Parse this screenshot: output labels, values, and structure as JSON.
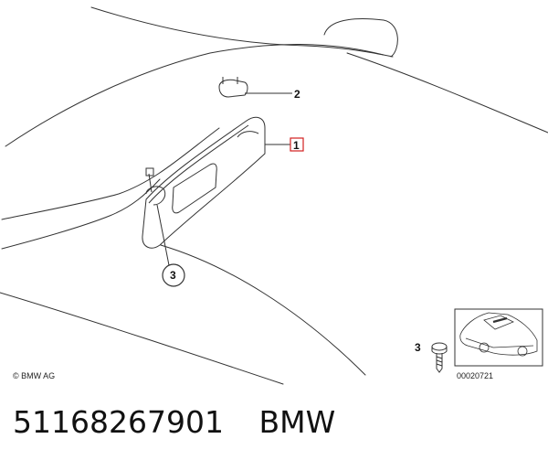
{
  "diagram": {
    "callouts": [
      {
        "number": "1",
        "part": "sun visor",
        "highlighted": true
      },
      {
        "number": "2",
        "part": "visor clip"
      },
      {
        "number": "3",
        "part": "screw"
      }
    ],
    "legend": {
      "number": "3"
    },
    "copyright": "© BMW AG",
    "diagram_id": "00020721"
  },
  "caption": {
    "part_number": "51168267901",
    "brand": "BMW"
  },
  "colors": {
    "line": "#333333",
    "highlight": "#d22020"
  }
}
